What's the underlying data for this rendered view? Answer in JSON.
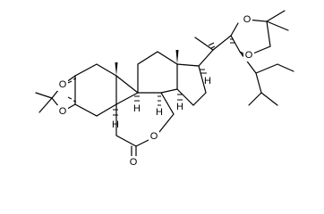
{
  "figure": {
    "type": "chemical-structure"
  },
  "atom_labels": {
    "o_diox_top": "O",
    "o_diox_bottom": "O",
    "o_lactone_ring": "O",
    "o_carbonyl": "O",
    "o_side_a": "O",
    "o_side_b": "O",
    "h_c8": "H",
    "h_c9": "H",
    "h_c14": "H",
    "h_c17": "H",
    "h_c5": "H"
  }
}
